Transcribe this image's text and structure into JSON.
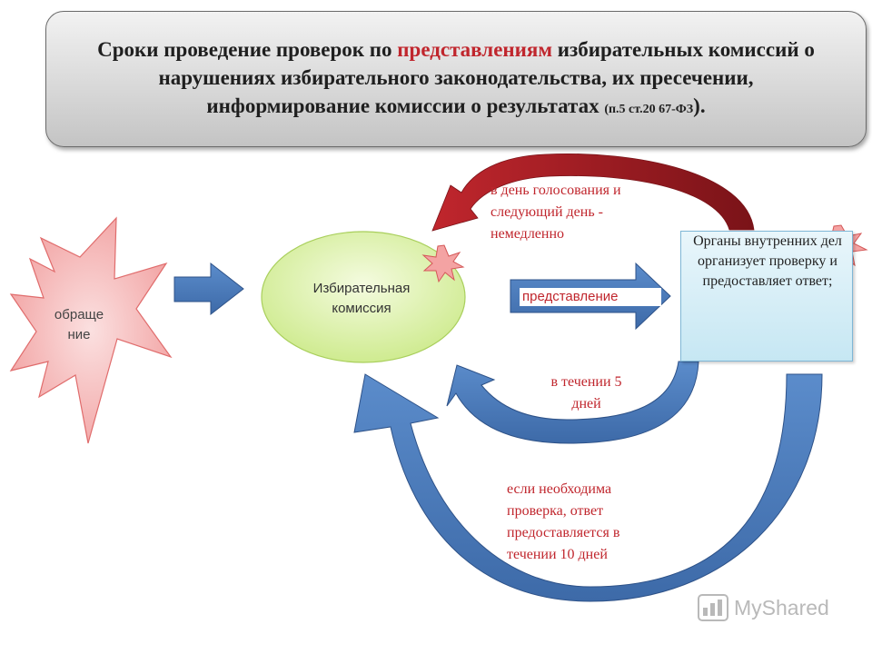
{
  "title": {
    "part1": "Сроки проведение проверок по ",
    "highlight": "представлениям",
    "part2": " избирательных комиссий о нарушениях избирательного законодательства, их пресечении, информирование комиссии о результатах ",
    "reference": "(п.5 ст.20 67-ФЗ",
    "end": ")."
  },
  "nodes": {
    "appeal": "обраще ние",
    "commission": "Избирательная комиссия",
    "organs": "Органы внутренних дел организует проверку и предоставляет ответ;"
  },
  "edges": {
    "submission": "представление",
    "election_day": "в день голосования и следующий день - немедленно",
    "five_days": "в течении 5 дней",
    "ten_days": "если необходима проверка, ответ предоставляется в течении 10 дней"
  },
  "colors": {
    "blue_arrow": "#4f81bd",
    "red_arrow": "#c0262d",
    "red_text": "#c0262d",
    "ellipse": "#d9f0a3",
    "organs_box": "#c6e7f3"
  },
  "watermark": "MyShared"
}
